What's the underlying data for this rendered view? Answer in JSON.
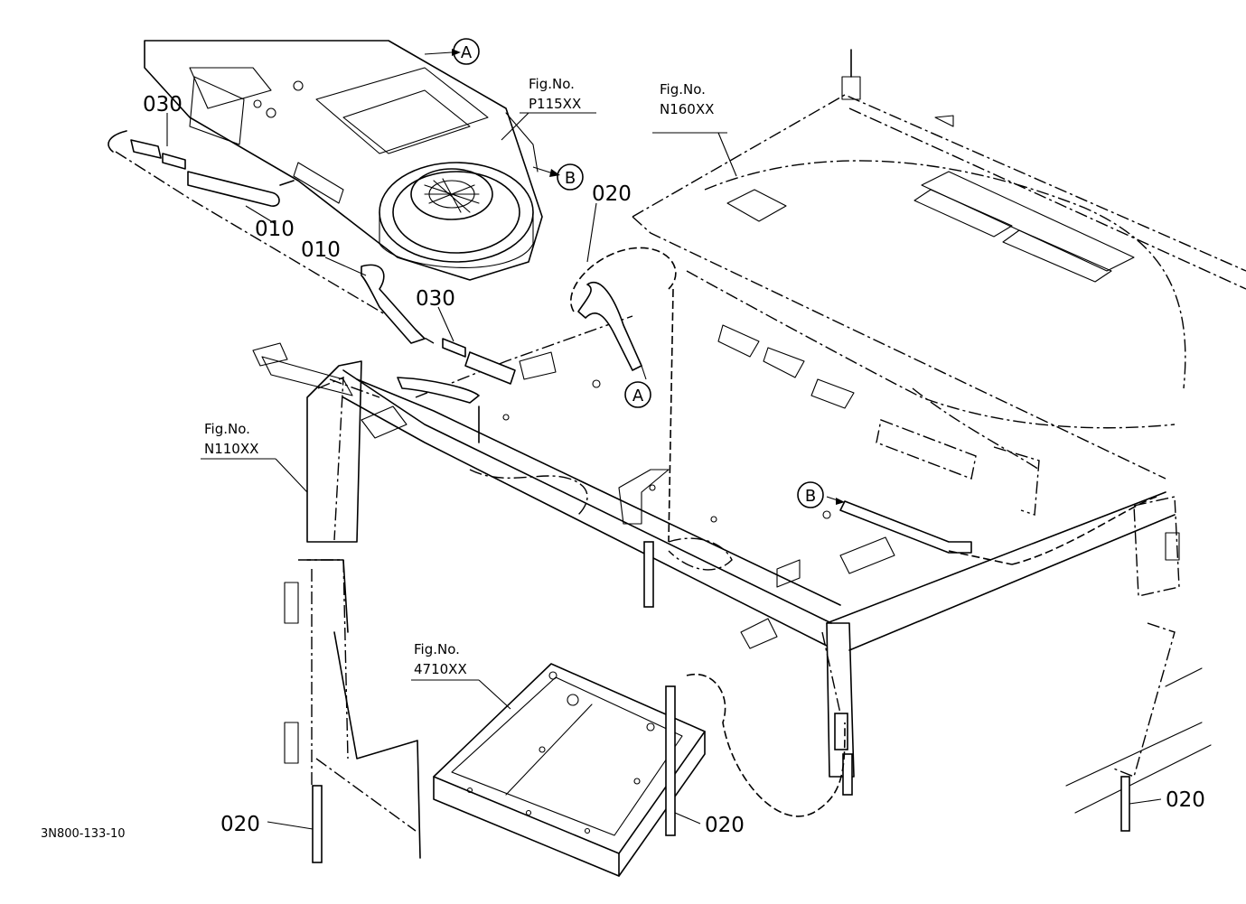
{
  "fig_refs": {
    "p115": {
      "line1": "Fig.No.",
      "line2": "P115XX"
    },
    "n160": {
      "line1": "Fig.No.",
      "line2": "N160XX"
    },
    "n110": {
      "line1": "Fig.No.",
      "line2": "N110XX"
    },
    "f4710": {
      "line1": "Fig.No.",
      "line2": "4710XX"
    }
  },
  "callouts": {
    "c030_top": "030",
    "c010_top": "010",
    "c010_mid": "010",
    "c030_mid": "030",
    "c020_top": "020",
    "c020_left": "020",
    "c020_center": "020",
    "c020_right": "020"
  },
  "markers": {
    "a_top": "A",
    "b_top": "B",
    "a_mid": "A",
    "b_mid": "B"
  },
  "document_id": "3N800-133-10"
}
